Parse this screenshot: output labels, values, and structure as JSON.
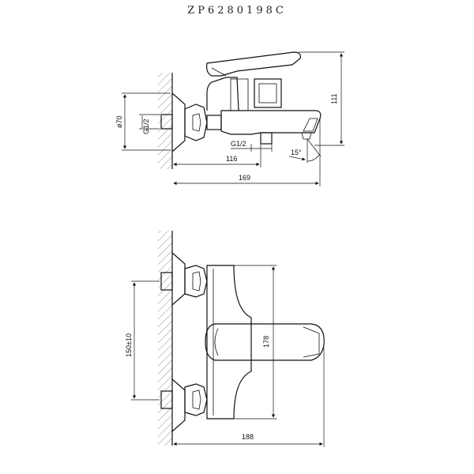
{
  "title": "ZP6280198C",
  "side_view": {
    "dim_diameter": "ø70",
    "dim_inlet_thread": "G1/2",
    "dim_outlet_thread": "G1/2",
    "dim_spout_reach": "116",
    "dim_total_depth": "169",
    "dim_height": "111",
    "dim_angle": "15°"
  },
  "top_view": {
    "dim_centers": "150±10",
    "dim_width": "178",
    "dim_depth": "188"
  }
}
